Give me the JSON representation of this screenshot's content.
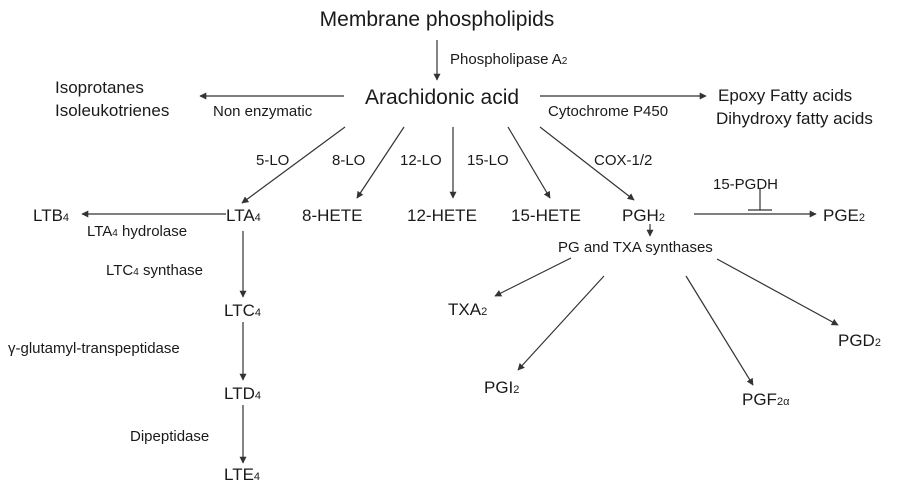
{
  "nodes": {
    "membrane": {
      "text": "Membrane phospholipids"
    },
    "aa": {
      "text": "Arachidonic acid"
    },
    "isoprotanes": {
      "text": "Isoprotanes"
    },
    "isoleukotrienes": {
      "text": "Isoleukotrienes"
    },
    "epoxy": {
      "text": "Epoxy Fatty acids"
    },
    "dihydroxy": {
      "text": "Dihydroxy fatty acids"
    },
    "ltb4": {
      "text": "LTB",
      "sub": "4"
    },
    "lta4": {
      "text": "LTA",
      "sub": "4"
    },
    "hete8": {
      "text": "8-HETE"
    },
    "hete12": {
      "text": "12-HETE"
    },
    "hete15": {
      "text": "15-HETE"
    },
    "pgh2": {
      "text": "PGH",
      "sub": "2"
    },
    "pge2": {
      "text": "PGE",
      "sub": "2"
    },
    "ltc4": {
      "text": "LTC",
      "sub": "4"
    },
    "ltd4": {
      "text": "LTD",
      "sub": "4"
    },
    "lte4": {
      "text": "LTE",
      "sub": "4"
    },
    "txa2": {
      "text": "TXA",
      "sub": "2"
    },
    "pgi2": {
      "text": "PGI",
      "sub": "2"
    },
    "pgf2a": {
      "text": "PGF",
      "sub": "2α"
    },
    "pgd2": {
      "text": "PGD",
      "sub": "2"
    }
  },
  "labels": {
    "pla2": {
      "text": "Phospholipase A",
      "sub": "2"
    },
    "nonenzymatic": {
      "text": "Non enzymatic"
    },
    "cyp450": {
      "text": "Cytochrome P450"
    },
    "lo5": {
      "text": "5-LO"
    },
    "lo8": {
      "text": "8-LO"
    },
    "lo12": {
      "text": "12-LO"
    },
    "lo15": {
      "text": "15-LO"
    },
    "cox": {
      "text": "COX-1/2"
    },
    "pgdh": {
      "text": "15-PGDH"
    },
    "lta4h": {
      "text": "LTA",
      "sub": "4",
      "tail": " hydrolase"
    },
    "ltc4s": {
      "text": "LTC",
      "sub": "4",
      "tail": " synthase"
    },
    "ggt": {
      "text": "γ-glutamyl-transpeptidase"
    },
    "dipep": {
      "text": "Dipeptidase"
    },
    "pgtxa": {
      "text": "PG and TXA synthases"
    }
  }
}
